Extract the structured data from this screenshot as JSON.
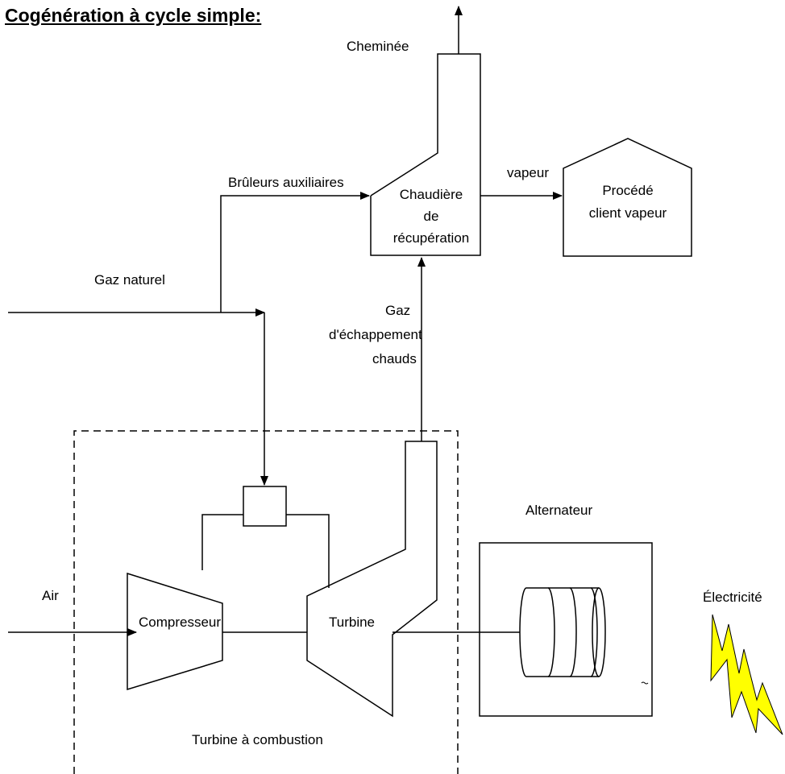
{
  "title": "Cogénération à cycle simple:",
  "labels": {
    "chimney": "Cheminée",
    "burners": "Brûleurs auxiliaires",
    "steam": "vapeur",
    "natural_gas": "Gaz naturel",
    "exhaust_line1": "Gaz",
    "exhaust_line2": "d'échappement",
    "exhaust_line3": "chauds",
    "alternator": "Alternateur",
    "air": "Air",
    "electricity": "Électricité",
    "combustion_turbine": "Turbine à combustion"
  },
  "boiler": {
    "line1": "Chaudière",
    "line2": "de",
    "line3": "récupération"
  },
  "process": {
    "line1": "Procédé",
    "line2": "client vapeur"
  },
  "compressor": "Compresseur",
  "turbine": "Turbine",
  "colors": {
    "stroke": "#000000",
    "lightning": "#ffff00"
  }
}
